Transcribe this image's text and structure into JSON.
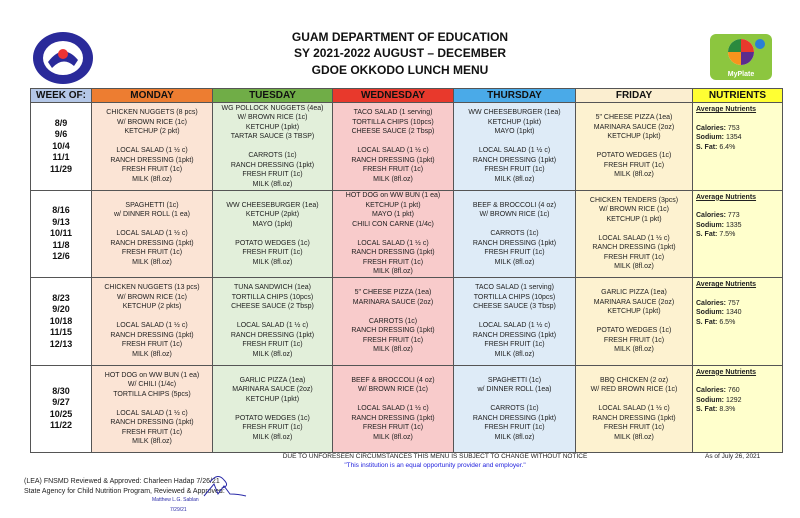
{
  "header": {
    "line1": "GUAM DEPARTMENT OF EDUCATION",
    "line2": "SY 2021-2022 AUGUST – DECEMBER",
    "line3": "GDOE OKKODO LUNCH MENU"
  },
  "logos": {
    "left": "Guam Department of Education seal",
    "right": "MyPlate"
  },
  "colors": {
    "monday": "#ed7d31",
    "tuesday": "#70ad47",
    "wednesday": "#e8392c",
    "thursday": "#4aaae8",
    "friday": "#fbeed0",
    "nutrients": "#ffff33",
    "week": "#b4c7e7"
  },
  "columns": [
    "WEEK OF:",
    "MONDAY",
    "TUESDAY",
    "WEDNESDAY",
    "THURSDAY",
    "FRIDAY",
    "NUTRIENTS"
  ],
  "rows": [
    {
      "weeks": [
        "8/9",
        "9/6",
        "10/4",
        "11/1",
        "11/29"
      ],
      "days": [
        [
          "CHICKEN NUGGETS (8 pcs)",
          "W/ BROWN RICE (1c)",
          "KETCHUP (2 pkt)",
          "",
          "LOCAL SALAD (1 ½ c)",
          "RANCH DRESSING (1pkt)",
          "FRESH FRUIT (1c)",
          "MILK (8fl.oz)"
        ],
        [
          "WG POLLOCK NUGGETS (4ea)",
          "W/ BROWN RICE (1c)",
          "KETCHUP (1pkt)",
          "TARTAR SAUCE (3 TBSP)",
          "",
          "CARROTS (1c)",
          "RANCH DRESSING (1pkt)",
          "FRESH FRUIT (1c)",
          "MILK (8fl.oz)"
        ],
        [
          "TACO SALAD (1 serving)",
          "TORTILLA CHIPS (10pcs)",
          "CHEESE SAUCE (2 Tbsp)",
          "",
          "LOCAL SALAD (1 ½ c)",
          "RANCH DRESSING (1pkt)",
          "FRESH FRUIT (1c)",
          "MILK (8fl.oz)"
        ],
        [
          "WW CHEESEBURGER (1ea)",
          "KETCHUP (1pkt)",
          "MAYO (1pkt)",
          "",
          "LOCAL SALAD (1 ½ c)",
          "RANCH DRESSING (1pkt)",
          "FRESH FRUIT (1c)",
          "MILK (8fl.oz)"
        ],
        [
          "5\" CHEESE PIZZA (1ea)",
          "MARINARA SAUCE (2oz)",
          "KETCHUP (1pkt)",
          "",
          "POTATO WEDGES (1c)",
          "FRESH FRUIT (1c)",
          "MILK (8fl.oz)"
        ]
      ],
      "nutrients": {
        "heading": "Average Nutrients",
        "calories": "753",
        "sodium": "1354",
        "sfat": "6.4%"
      }
    },
    {
      "weeks": [
        "8/16",
        "9/13",
        "10/11",
        "11/8",
        "12/6"
      ],
      "days": [
        [
          "SPAGHETTI (1c)",
          "w/ DINNER ROLL (1 ea)",
          "",
          "LOCAL SALAD (1 ½ c)",
          "RANCH DRESSING (1pkt)",
          "FRESH FRUIT (1c)",
          "MILK (8fl.oz)"
        ],
        [
          "WW CHEESEBURGER (1ea)",
          "KETCHUP (2pkt)",
          "MAYO (1pkt)",
          "",
          "POTATO WEDGES (1c)",
          "FRESH FRUIT (1c)",
          "MILK (8fl.oz)"
        ],
        [
          "HOT DOG on WW BUN (1 ea)",
          "KETCHUP (1 pkt)",
          "MAYO (1 pkt)",
          "CHILI CON CARNE (1/4c)",
          "",
          "LOCAL SALAD (1 ½ c)",
          "RANCH DRESSING (1pkt)",
          "FRESH FRUIT (1c)",
          "MILK (8fl.oz)"
        ],
        [
          "BEEF & BROCCOLI (4 oz)",
          "W/ BROWN RICE (1c)",
          "",
          "CARROTS (1c)",
          "RANCH DRESSING (1pkt)",
          "FRESH FRUIT (1c)",
          "MILK (8fl.oz)"
        ],
        [
          "CHICKEN TENDERS (3pcs)",
          "W/ BROWN RICE (1c)",
          "KETCHUP (1 pkt)",
          "",
          "LOCAL SALAD (1 ½ c)",
          "RANCH DRESSING (1pkt)",
          "FRESH FRUIT (1c)",
          "MILK (8fl.oz)"
        ]
      ],
      "nutrients": {
        "heading": "Average Nutrients",
        "calories": "773",
        "sodium": "1335",
        "sfat": "7.5%"
      }
    },
    {
      "weeks": [
        "8/23",
        "9/20",
        "10/18",
        "11/15",
        "12/13"
      ],
      "days": [
        [
          "CHICKEN NUGGETS (13 pcs)",
          "W/ BROWN RICE (1c)",
          "KETCHUP (2 pkts)",
          "",
          "LOCAL SALAD (1 ½ c)",
          "RANCH DRESSING (1pkt)",
          "FRESH FRUIT (1c)",
          "MILK (8fl.oz)"
        ],
        [
          "TUNA SANDWICH (1ea)",
          "TORTILLA CHIPS (10pcs)",
          "CHEESE SAUCE (2 Tbsp)",
          "",
          "LOCAL SALAD (1 ½ c)",
          "RANCH DRESSING (1pkt)",
          "FRESH FRUIT (1c)",
          "MILK (8fl.oz)"
        ],
        [
          "5\" CHEESE PIZZA (1ea)",
          "MARINARA SAUCE (2oz)",
          "",
          "CARROTS (1c)",
          "RANCH DRESSING (1pkt)",
          "FRESH FRUIT (1c)",
          "MILK (8fl.oz)"
        ],
        [
          "TACO SALAD (1 serving)",
          "TORTILLA CHIPS (10pcs)",
          "CHEESE SAUCE (3 Tbsp)",
          "",
          "LOCAL SALAD (1 ½ c)",
          "RANCH DRESSING (1pkt)",
          "FRESH FRUIT (1c)",
          "MILK (8fl.oz)"
        ],
        [
          "GARLIC PIZZA (1ea)",
          "MARINARA SAUCE (2oz)",
          "KETCHUP (1pkt)",
          "",
          "POTATO WEDGES (1c)",
          "FRESH FRUIT (1c)",
          "MILK (8fl.oz)"
        ]
      ],
      "nutrients": {
        "heading": "Average Nutrients",
        "calories": "757",
        "sodium": "1340",
        "sfat": "6.5%"
      }
    },
    {
      "weeks": [
        "8/30",
        "9/27",
        "10/25",
        "11/22"
      ],
      "days": [
        [
          "HOT DOG on WW BUN (1 ea)",
          "W/ CHILI (1/4c)",
          "TORTILLA CHIPS (5pcs)",
          "",
          "LOCAL SALAD (1 ½ c)",
          "RANCH DRESSING (1pkt)",
          "FRESH FRUIT (1c)",
          "MILK (8fl.oz)"
        ],
        [
          "GARLIC PIZZA (1ea)",
          "MARINARA SAUCE (2oz)",
          "KETCHUP (1pkt)",
          "",
          "POTATO WEDGES (1c)",
          "FRESH FRUIT (1c)",
          "MILK (8fl.oz)"
        ],
        [
          "BEEF & BROCCOLI (4 oz)",
          "W/ BROWN RICE (1c)",
          "",
          "LOCAL SALAD (1 ½ c)",
          "RANCH DRESSING (1pkt)",
          "FRESH FRUIT (1c)",
          "MILK (8fl.oz)"
        ],
        [
          "SPAGHETTI (1c)",
          "w/ DINNER ROLL (1ea)",
          "",
          "CARROTS (1c)",
          "RANCH DRESSING (1pkt)",
          "FRESH FRUIT (1c)",
          "MILK (8fl.oz)"
        ],
        [
          "BBQ CHICKEN (2 oz)",
          "W/ RED BROWN RICE (1c)",
          "",
          "LOCAL SALAD (1 ½ c)",
          "RANCH DRESSING (1pkt)",
          "FRESH FRUIT (1c)",
          "MILK (8fl.oz)"
        ]
      ],
      "nutrients": {
        "heading": "Average Nutrients",
        "calories": "760",
        "sodium": "1292",
        "sfat": "8.3%"
      }
    }
  ],
  "nutrient_labels": {
    "calories": "Calories:",
    "sodium": "Sodium:",
    "sfat": "S. Fat:"
  },
  "footer": {
    "notice": "DUE TO UNFORESEEN CIRCUMSTANCES THIS MENU IS SUBJECT TO CHANGE WITHOUT NOTICE",
    "equal": "\"This institution is an equal opportunity provider and employer.\"",
    "asof": "As of July 26, 2021",
    "lea": "(LEA) FNSMD Reviewed & Approved: Charleen Hadap 7/26/21",
    "state": "State Agency for Child Nutrition Program, Reviewed & Approved:",
    "signer": "Matthew L.G. Sablan",
    "signdate": "7/29/21"
  }
}
